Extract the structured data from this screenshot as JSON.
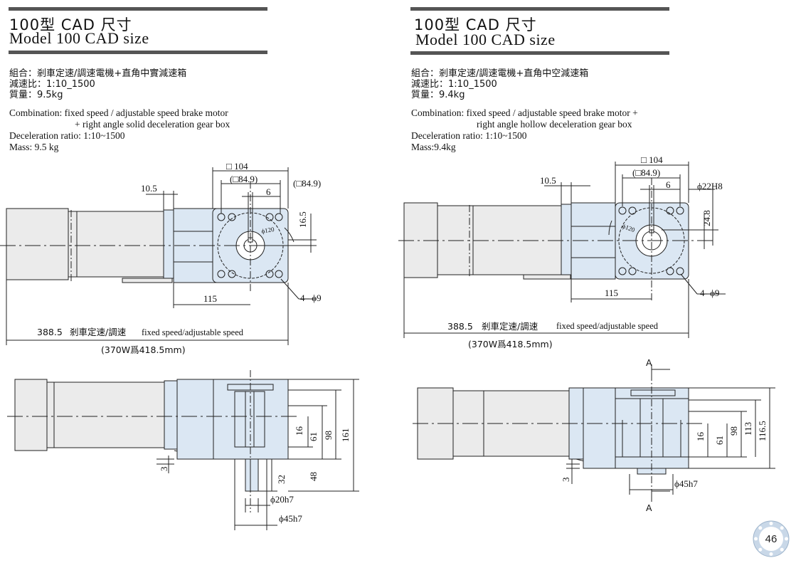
{
  "panels": [
    {
      "title_cn": "100型  CAD 尺寸",
      "title_en": "Model 100  CAD size",
      "spec_cn": [
        "組合：剎車定速/調速電機+直角中實減速箱",
        "減速比：1:10_1500",
        "質量：9.5kg"
      ],
      "spec_en": {
        "line1": "Combination: fixed speed / adjustable speed brake motor",
        "line2": "+ right angle solid deceleration gear box",
        "line3": "Deceleration ratio: 1:10~1500",
        "line4": "Mass: 9.5 kg"
      },
      "dims": {
        "d104": "□ 104",
        "d849": "(□84.9)",
        "d849_side": "(□84.9)",
        "d6": "6",
        "d105": "10.5",
        "d165": "16.5",
        "d120": "ϕ120",
        "d115": "115",
        "d4phi9": "4– ϕ9",
        "length_num": "388.5",
        "length_cn": "剎車定速/調速",
        "length_en": "fixed speed/adjustable speed",
        "note_370": "(370W爲418.5mm)",
        "v16": "16",
        "v61": "61",
        "v98": "98",
        "v161": "161",
        "v48": "48",
        "v32": "32",
        "v3": "3",
        "shaft20": "ϕ20h7",
        "shaft45": "ϕ45h7"
      }
    },
    {
      "title_cn": "100型  CAD 尺寸",
      "title_en": "Model 100  CAD size",
      "spec_cn": [
        "組合：剎車定速/調速電機+直角中空減速箱",
        "減速比：1:10_1500",
        "質量：9.4kg"
      ],
      "spec_en": {
        "line1": "Combination: fixed speed / adjustable speed brake motor +",
        "line2": "right angle hollow deceleration gear box",
        "line3": "Deceleration ratio: 1:10~1500",
        "line4": "Mass:9.4kg"
      },
      "dims": {
        "d104": "□ 104",
        "d849": "(□84.9)",
        "d6": "6",
        "d105": "10.5",
        "d22h8": "ϕ22H8",
        "d248": "24.8",
        "d120": "ϕ120",
        "d115": "115",
        "d4phi9": "4- ϕ9",
        "length_num": "388.5",
        "length_cn": "剎車定速/調速",
        "length_en": "fixed speed/adjustable speed",
        "note_370": "(370W爲418.5mm)",
        "sectionA": "A",
        "v16": "16",
        "v61": "61",
        "v98": "98",
        "v113": "113",
        "v1165": "116.5",
        "v3": "3",
        "bore45": "ϕ45h7"
      }
    }
  ],
  "page_number": "46",
  "colors": {
    "gearbox_fill": "#dbe7f3",
    "motor_fill": "#ebebeb",
    "line": "#222222",
    "badge": "#c9d8e8"
  }
}
